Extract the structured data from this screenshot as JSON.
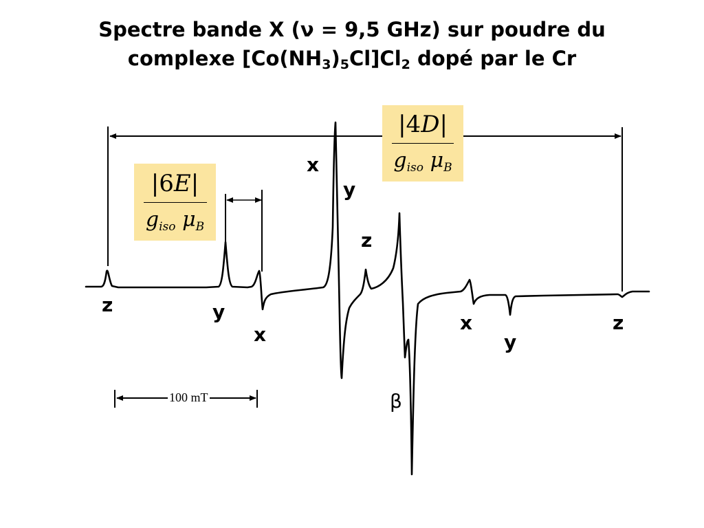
{
  "title": {
    "line1_pre": "Spectre bande X (",
    "nu": "ν",
    "line1_post": " = 9,5 GHz) sur poudre du",
    "line2_pre": "complexe [Co(NH",
    "sub1": "3",
    "mid1": ")",
    "sub2": "5",
    "mid2": "Cl]Cl",
    "sub3": "2",
    "line2_post": " dopé par le Cr"
  },
  "formula_4d": {
    "numerator_bar": "|",
    "numerator_value": "4",
    "numerator_symbol": "D",
    "den_g": "g",
    "den_sub": "iso",
    "den_mu": "μ",
    "den_mu_sub": "B"
  },
  "formula_6e": {
    "numerator_bar": "|",
    "numerator_value": "6",
    "numerator_symbol": "E",
    "den_g": "g",
    "den_sub": "iso",
    "den_mu": "μ",
    "den_mu_sub": "B"
  },
  "peak_labels": {
    "z_left": "z",
    "y_left": "y",
    "x_left": "x",
    "x_center": "x",
    "y_center": "y",
    "z_center": "z",
    "x_right": "x",
    "y_right": "y",
    "z_right": "z",
    "beta": "β"
  },
  "scale_bar": {
    "label": "100 mT"
  },
  "colors": {
    "formula_background": "#fbe5a0",
    "trace": "#000000"
  }
}
